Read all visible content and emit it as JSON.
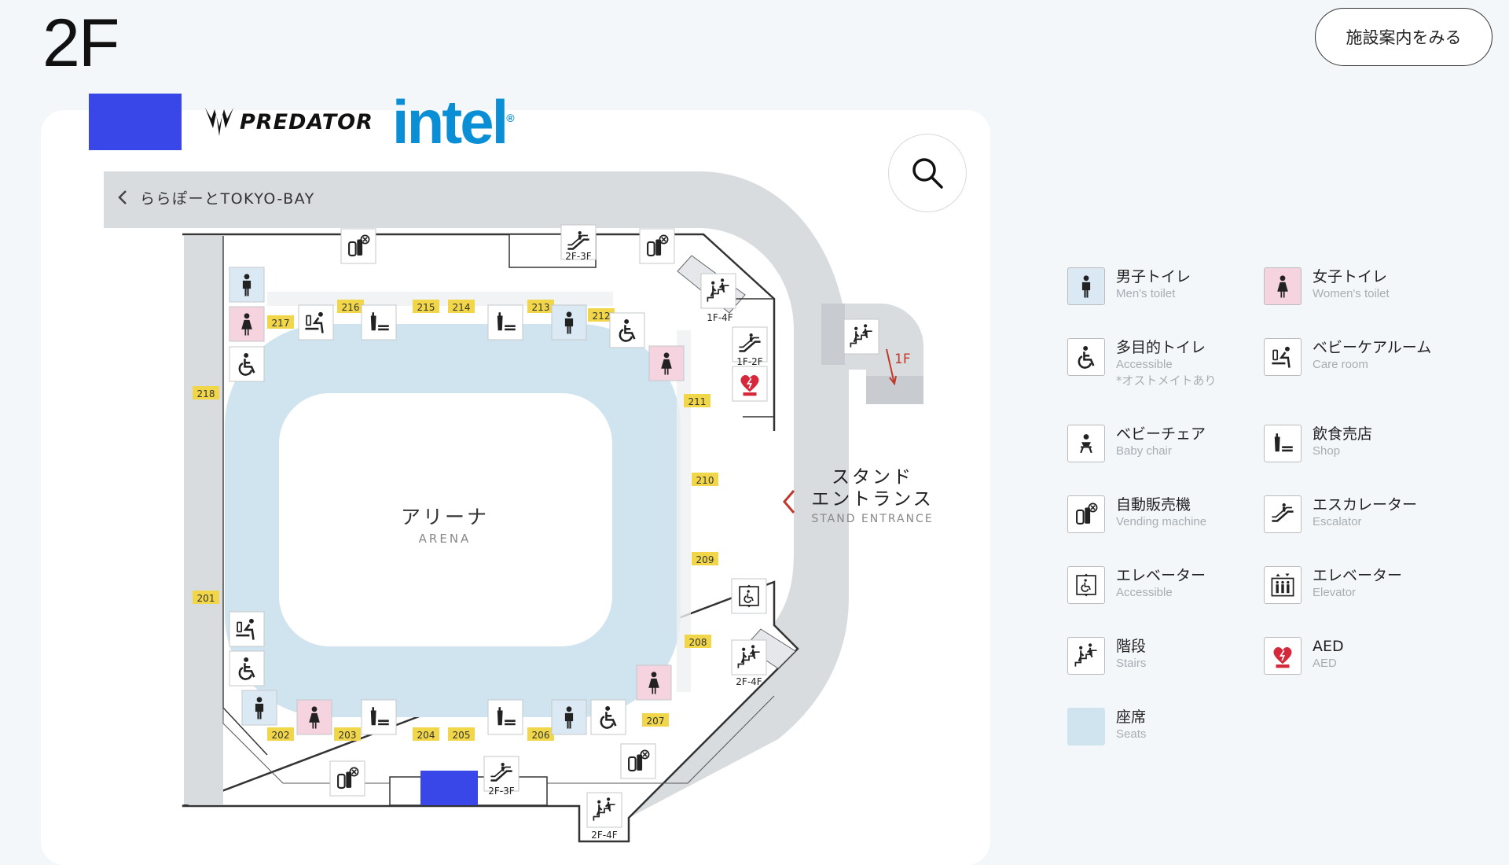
{
  "floor": "2F",
  "facility_button": "施設案内をみる",
  "sponsor": {
    "predator": "PREDATOR",
    "intel": "intel"
  },
  "map": {
    "breadcrumb": "ららぽーとTOKYO-BAY",
    "arena_ja": "アリーナ",
    "arena_en": "ARENA",
    "entrance_ja_1": "スタンド",
    "entrance_ja_2": "エントランス",
    "entrance_en": "STAND ENTRANCE",
    "floor_link": "1F",
    "gates": [
      "201",
      "202",
      "203",
      "204",
      "205",
      "206",
      "207",
      "208",
      "209",
      "210",
      "211",
      "212",
      "213",
      "214",
      "215",
      "216",
      "217",
      "218"
    ],
    "lift_labels": {
      "l1": "2F-3F",
      "l2": "1F-4F",
      "l3": "1F-2F",
      "l4": "2F-4F",
      "l5": "2F-3F",
      "l6": "2F-4F"
    },
    "aed_small": "AED"
  },
  "legend": {
    "mens": {
      "ja": "男子トイレ",
      "en": "Men's toilet"
    },
    "womens": {
      "ja": "女子トイレ",
      "en": "Women's toilet"
    },
    "accessible": {
      "ja": "多目的トイレ",
      "en": "Accessible",
      "note": "*オストメイトあり"
    },
    "care": {
      "ja": "ベビーケアルーム",
      "en": "Care room"
    },
    "babychair": {
      "ja": "ベビーチェア",
      "en": "Baby chair"
    },
    "shop": {
      "ja": "飲食売店",
      "en": "Shop"
    },
    "vending": {
      "ja": "自動販売機",
      "en": "Vending machine"
    },
    "escalator": {
      "ja": "エスカレーター",
      "en": "Escalator"
    },
    "elev_acc": {
      "ja": "エレベーター",
      "en": "Accessible"
    },
    "elevator": {
      "ja": "エレベーター",
      "en": "Elevator"
    },
    "stairs": {
      "ja": "階段",
      "en": "Stairs"
    },
    "aed": {
      "ja": "AED",
      "en": "AED"
    },
    "seats": {
      "ja": "座席",
      "en": "Seats"
    }
  },
  "colors": {
    "seats": "#cfe4ee",
    "womens_bg": "#f5d4df",
    "mens_bg": "#dbe9f5",
    "gate": "#f1d64a",
    "accent_red": "#c0392b",
    "concourse": "#d9dcdf",
    "block": "#3a47e8"
  }
}
